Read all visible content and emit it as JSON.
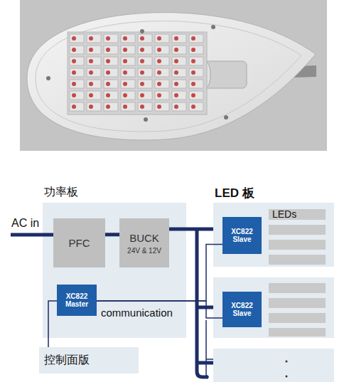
{
  "diagram": {
    "nodes": [
      {
        "text": [
          "功率板"
        ]
      },
      {
        "text": [
          "PFC"
        ],
        "in": 0
      },
      {
        "text": [
          "BUCK",
          "24V & 12V"
        ],
        "in": 0
      },
      {
        "text": [
          "XC822 Master"
        ],
        "in": 0
      },
      {
        "text": [
          "控制面版"
        ]
      },
      {
        "text": [
          "LED 板"
        ]
      },
      {
        "text": [
          "XC822 Slave"
        ],
        "in": 5
      },
      {
        "text": [
          "LEDs"
        ],
        "in": 5
      },
      {
        "text": [
          "XC822 Slave"
        ]
      }
    ],
    "edges": [
      {
        "from": 1,
        "to": 2,
        "arrow": "none"
      },
      {
        "from": 2,
        "to": 5,
        "arrow": "none"
      },
      {
        "from": 3,
        "to": 6,
        "arrow": "none"
      },
      {
        "from": 3,
        "to": 8,
        "label": "communication",
        "arrow": "none"
      },
      {
        "from": 3,
        "to": 4,
        "arrow": "none"
      }
    ],
    "labels": [
      "AC in"
    ]
  }
}
